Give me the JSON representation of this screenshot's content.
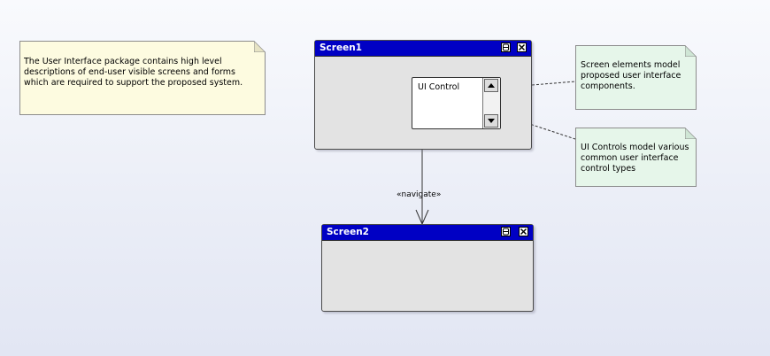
{
  "notes": {
    "main": "The User Interface package contains high level descriptions of end-user visible screens and forms which are required to support the proposed system.",
    "screen_elements": "Screen elements model proposed user interface components.",
    "ui_controls": "UI Controls model various common user interface control types"
  },
  "screens": {
    "screen1": {
      "title": "Screen1"
    },
    "screen2": {
      "title": "Screen2"
    }
  },
  "ui_control": {
    "label": "UI Control"
  },
  "connector": {
    "label": "«navigate»"
  },
  "icons": [
    "restore-icon",
    "close-icon",
    "scroll-up-arrow-icon",
    "scroll-down-arrow-icon"
  ],
  "colors": {
    "screen_titlebar": "#0000c4",
    "note_yellow": "#fdfbe0",
    "note_green": "#e6f6ea"
  }
}
